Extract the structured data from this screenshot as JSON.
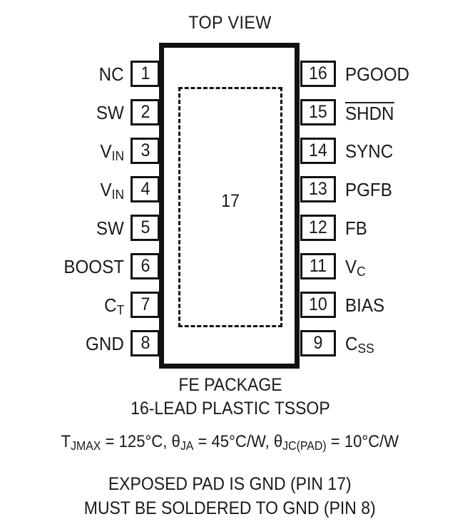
{
  "diagram": {
    "title": "TOP VIEW",
    "package_body": {
      "exposed_pad_number": "17"
    },
    "pins_left": [
      {
        "number": "1",
        "label": "NC",
        "sub": "",
        "overline": false
      },
      {
        "number": "2",
        "label": "SW",
        "sub": "",
        "overline": false
      },
      {
        "number": "3",
        "label": "V",
        "sub": "IN",
        "overline": false
      },
      {
        "number": "4",
        "label": "V",
        "sub": "IN",
        "overline": false
      },
      {
        "number": "5",
        "label": "SW",
        "sub": "",
        "overline": false
      },
      {
        "number": "6",
        "label": "BOOST",
        "sub": "",
        "overline": false
      },
      {
        "number": "7",
        "label": "C",
        "sub": "T",
        "overline": false
      },
      {
        "number": "8",
        "label": "GND",
        "sub": "",
        "overline": false
      }
    ],
    "pins_right": [
      {
        "number": "16",
        "label": "PGOOD",
        "sub": "",
        "overline": false
      },
      {
        "number": "15",
        "label": "SHDN",
        "sub": "",
        "overline": true
      },
      {
        "number": "14",
        "label": "SYNC",
        "sub": "",
        "overline": false
      },
      {
        "number": "13",
        "label": "PGFB",
        "sub": "",
        "overline": false
      },
      {
        "number": "12",
        "label": "FB",
        "sub": "",
        "overline": false
      },
      {
        "number": "11",
        "label": "V",
        "sub": "C",
        "overline": false
      },
      {
        "number": "10",
        "label": "BIAS",
        "sub": "",
        "overline": false
      },
      {
        "number": "9",
        "label": "C",
        "sub": "SS",
        "overline": false
      }
    ],
    "caption": {
      "package_name": "FE PACKAGE",
      "lead_description": "16-LEAD PLASTIC TSSOP",
      "thermal": {
        "tjmax_symbol": "T",
        "tjmax_sub": "JMAX",
        "tjmax_value": " = 125°C, ",
        "theta_ja_symbol": "θ",
        "theta_ja_sub": "JA",
        "theta_ja_value": " = 45°C/W, ",
        "theta_jc_symbol": "θ",
        "theta_jc_sub": "JC(PAD)",
        "theta_jc_value": " = 10°C/W"
      },
      "exposed_pad_note_1": "EXPOSED PAD IS GND (PIN 17)",
      "exposed_pad_note_2": "MUST BE SOLDERED TO GND (PIN 8)"
    },
    "colors": {
      "ink": "#111111",
      "background": "#ffffff"
    }
  }
}
